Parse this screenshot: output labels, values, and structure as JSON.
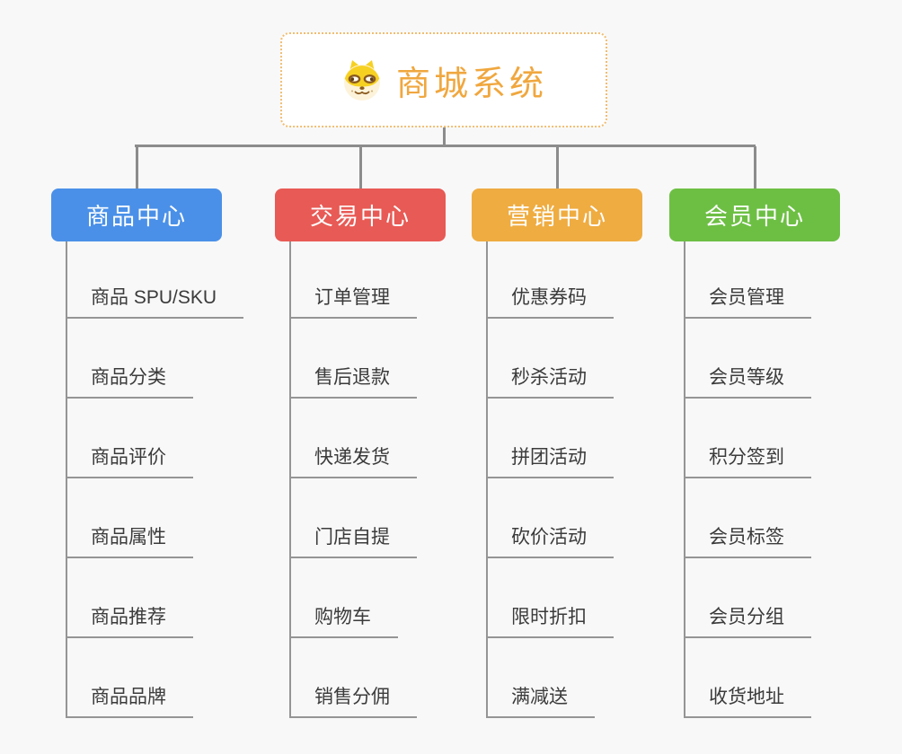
{
  "root": {
    "title": "商城系统",
    "icon": "doge-icon",
    "title_color": "#f0a73e",
    "border_color": "#f0bd72"
  },
  "connector_color": "#8c8c8c",
  "underline_color": "#959595",
  "leaf_text_color": "#3b3b3b",
  "background_color": "#f8f8f8",
  "branches": [
    {
      "label": "商品中心",
      "color": "#4a90e8",
      "items": [
        "商品 SPU/SKU",
        "商品分类",
        "商品评价",
        "商品属性",
        "商品推荐",
        "商品品牌"
      ]
    },
    {
      "label": "交易中心",
      "color": "#e85a55",
      "items": [
        "订单管理",
        "售后退款",
        "快递发货",
        "门店自提",
        "购物车",
        "销售分佣"
      ]
    },
    {
      "label": "营销中心",
      "color": "#efac41",
      "items": [
        "优惠券码",
        "秒杀活动",
        "拼团活动",
        "砍价活动",
        "限时折扣",
        "满减送"
      ]
    },
    {
      "label": "会员中心",
      "color": "#6dbf44",
      "items": [
        "会员管理",
        "会员等级",
        "积分签到",
        "会员标签",
        "会员分组",
        "收货地址"
      ]
    }
  ]
}
